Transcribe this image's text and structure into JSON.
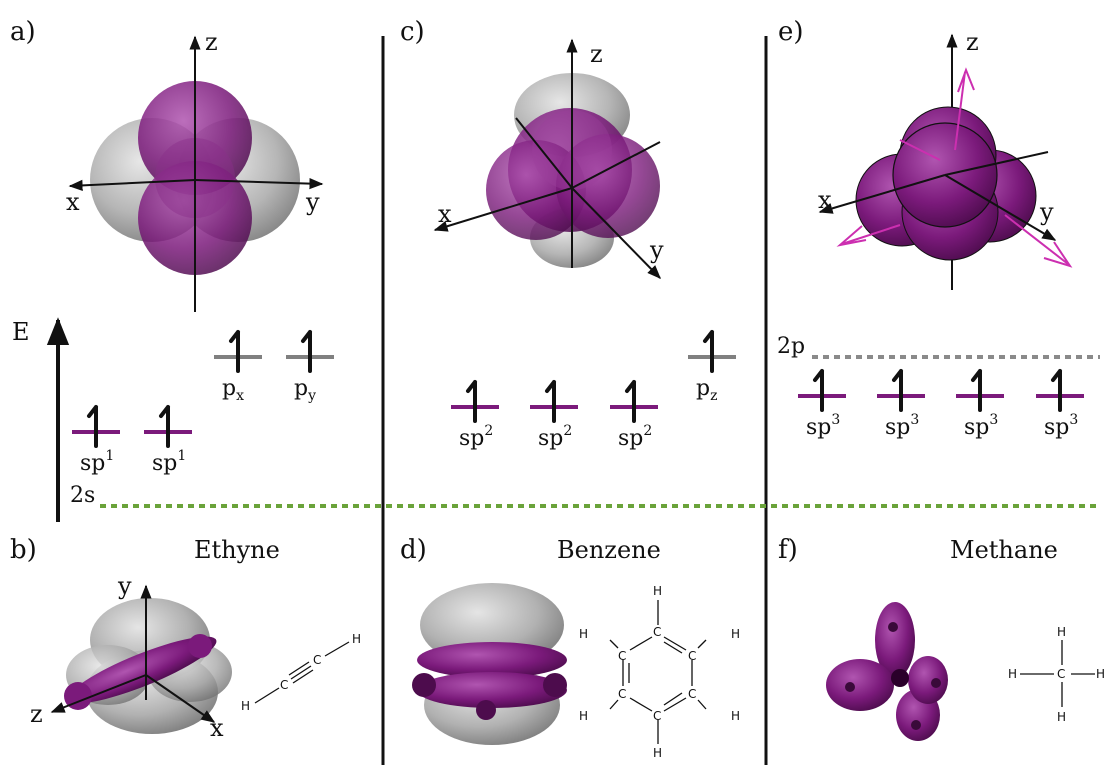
{
  "panels": {
    "a": {
      "label": "a)",
      "axes": {
        "z": "z",
        "x": "x",
        "y": "y"
      }
    },
    "b": {
      "label": "b)",
      "molecule": "Ethyne",
      "axes": {
        "y": "y",
        "z": "z",
        "x": "x"
      }
    },
    "c": {
      "label": "c)",
      "axes": {
        "z": "z",
        "x": "x",
        "y": "y"
      }
    },
    "d": {
      "label": "d)",
      "molecule": "Benzene"
    },
    "e": {
      "label": "e)",
      "axes": {
        "z": "z",
        "x": "x",
        "y": "y"
      }
    },
    "f": {
      "label": "f)",
      "molecule": "Methane"
    }
  },
  "energy_diagram": {
    "axis_label": "E",
    "level_2s": "2s",
    "level_2p": "2p",
    "sp_levels": [
      {
        "base": "sp",
        "sup": "1"
      },
      {
        "base": "sp",
        "sup": "1"
      }
    ],
    "p_levels_ethyne": [
      {
        "base": "p",
        "sub": "x"
      },
      {
        "base": "p",
        "sub": "y"
      }
    ],
    "sp2_levels": [
      {
        "base": "sp",
        "sup": "2"
      },
      {
        "base": "sp",
        "sup": "2"
      },
      {
        "base": "sp",
        "sup": "2"
      }
    ],
    "p_level_benzene": {
      "base": "p",
      "sub": "z"
    },
    "sp3_levels": [
      {
        "base": "sp",
        "sup": "3"
      },
      {
        "base": "sp",
        "sup": "3"
      },
      {
        "base": "sp",
        "sup": "3"
      },
      {
        "base": "sp",
        "sup": "3"
      }
    ]
  },
  "structures": {
    "ethyne_atoms": [
      "H",
      "C",
      "C",
      "H"
    ],
    "benzene_atoms": [
      "H",
      "C",
      "H",
      "C",
      "H",
      "C",
      "H",
      "C",
      "H",
      "C",
      "H",
      "C"
    ],
    "methane_atoms": [
      "H",
      "H",
      "C",
      "H",
      "H"
    ]
  },
  "colors": {
    "hybrid": "#7b1a7b",
    "p_orbital": "#808080",
    "level_2s": "#6aa33a",
    "level_2p": "#8a8a8a",
    "vector": "#cc2fb0"
  }
}
